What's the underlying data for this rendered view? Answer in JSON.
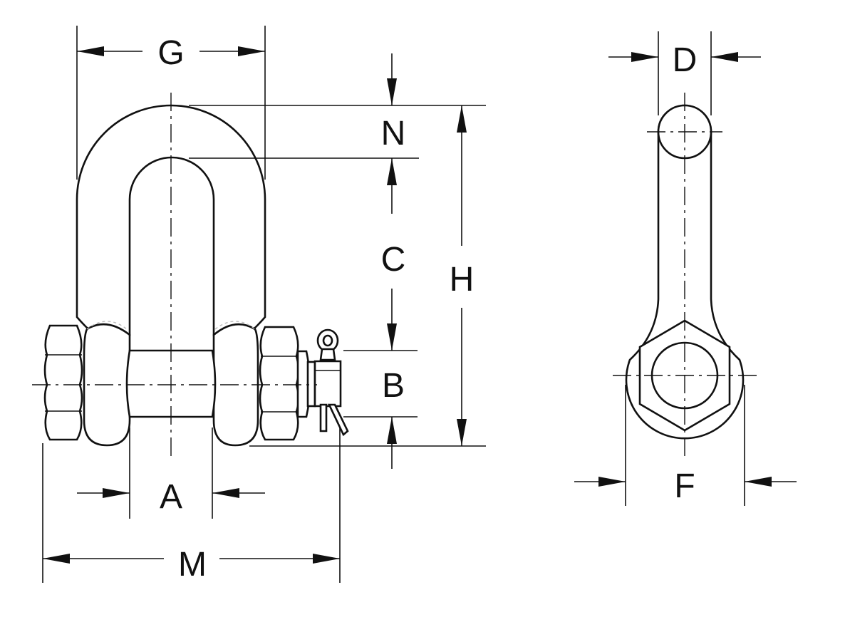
{
  "labels": {
    "g": "G",
    "n": "N",
    "c": "C",
    "h": "H",
    "b": "B",
    "a": "A",
    "m": "M",
    "d": "D",
    "f": "F"
  }
}
